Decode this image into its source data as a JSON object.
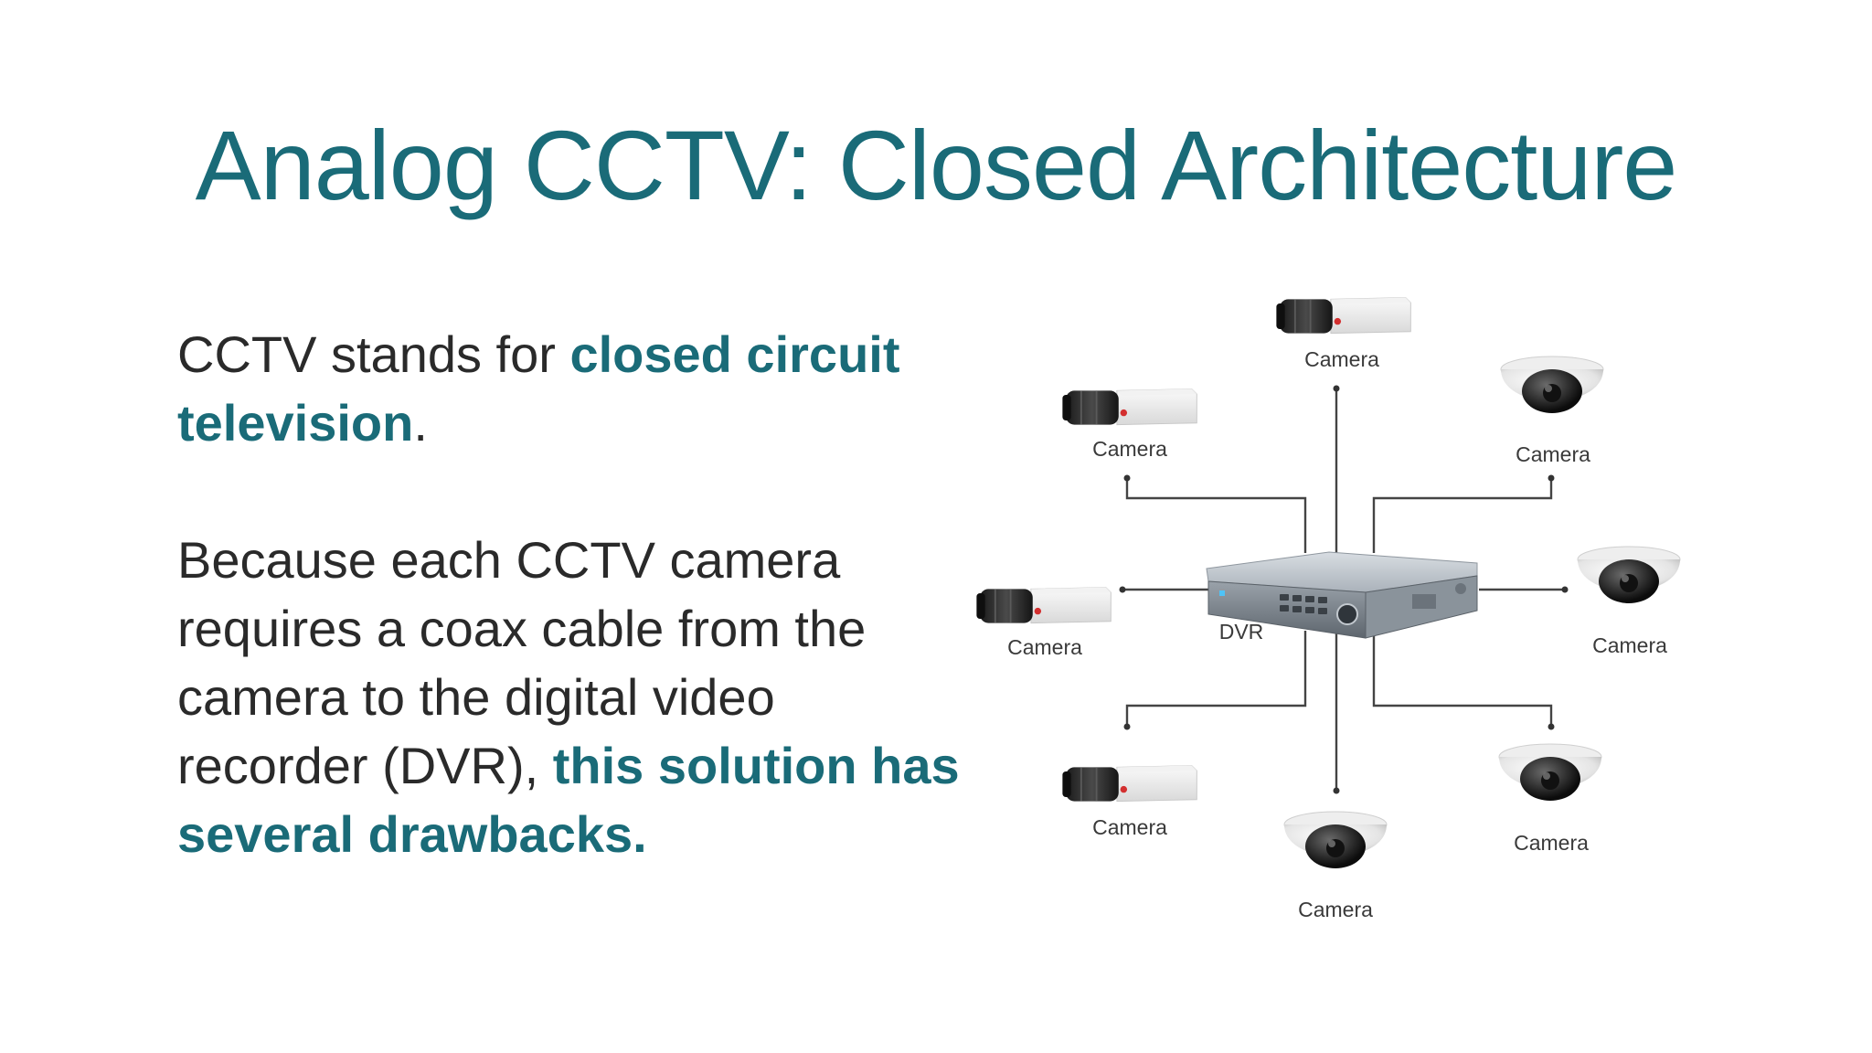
{
  "slide": {
    "title": "Analog CCTV: Closed Architecture"
  },
  "text": {
    "p1_plain_1": "CCTV stands for ",
    "p1_bold": "closed circuit television",
    "p1_plain_2": ".",
    "p2_plain": "Because each CCTV camera requires a coax cable from the camera to the digital video recorder (DVR), ",
    "p2_bold": "this solution has several drawbacks."
  },
  "diagram": {
    "hub_label": "DVR",
    "cameras": [
      {
        "label": "Camera",
        "kind": "box"
      },
      {
        "label": "Camera",
        "kind": "box"
      },
      {
        "label": "Camera",
        "kind": "dome"
      },
      {
        "label": "Camera",
        "kind": "box"
      },
      {
        "label": "Camera",
        "kind": "dome"
      },
      {
        "label": "Camera",
        "kind": "box"
      },
      {
        "label": "Camera",
        "kind": "dome"
      },
      {
        "label": "Camera",
        "kind": "dome"
      }
    ]
  },
  "colors": {
    "accent": "#1a6b78",
    "body_text": "#2a2a2a",
    "wire": "#444444"
  }
}
